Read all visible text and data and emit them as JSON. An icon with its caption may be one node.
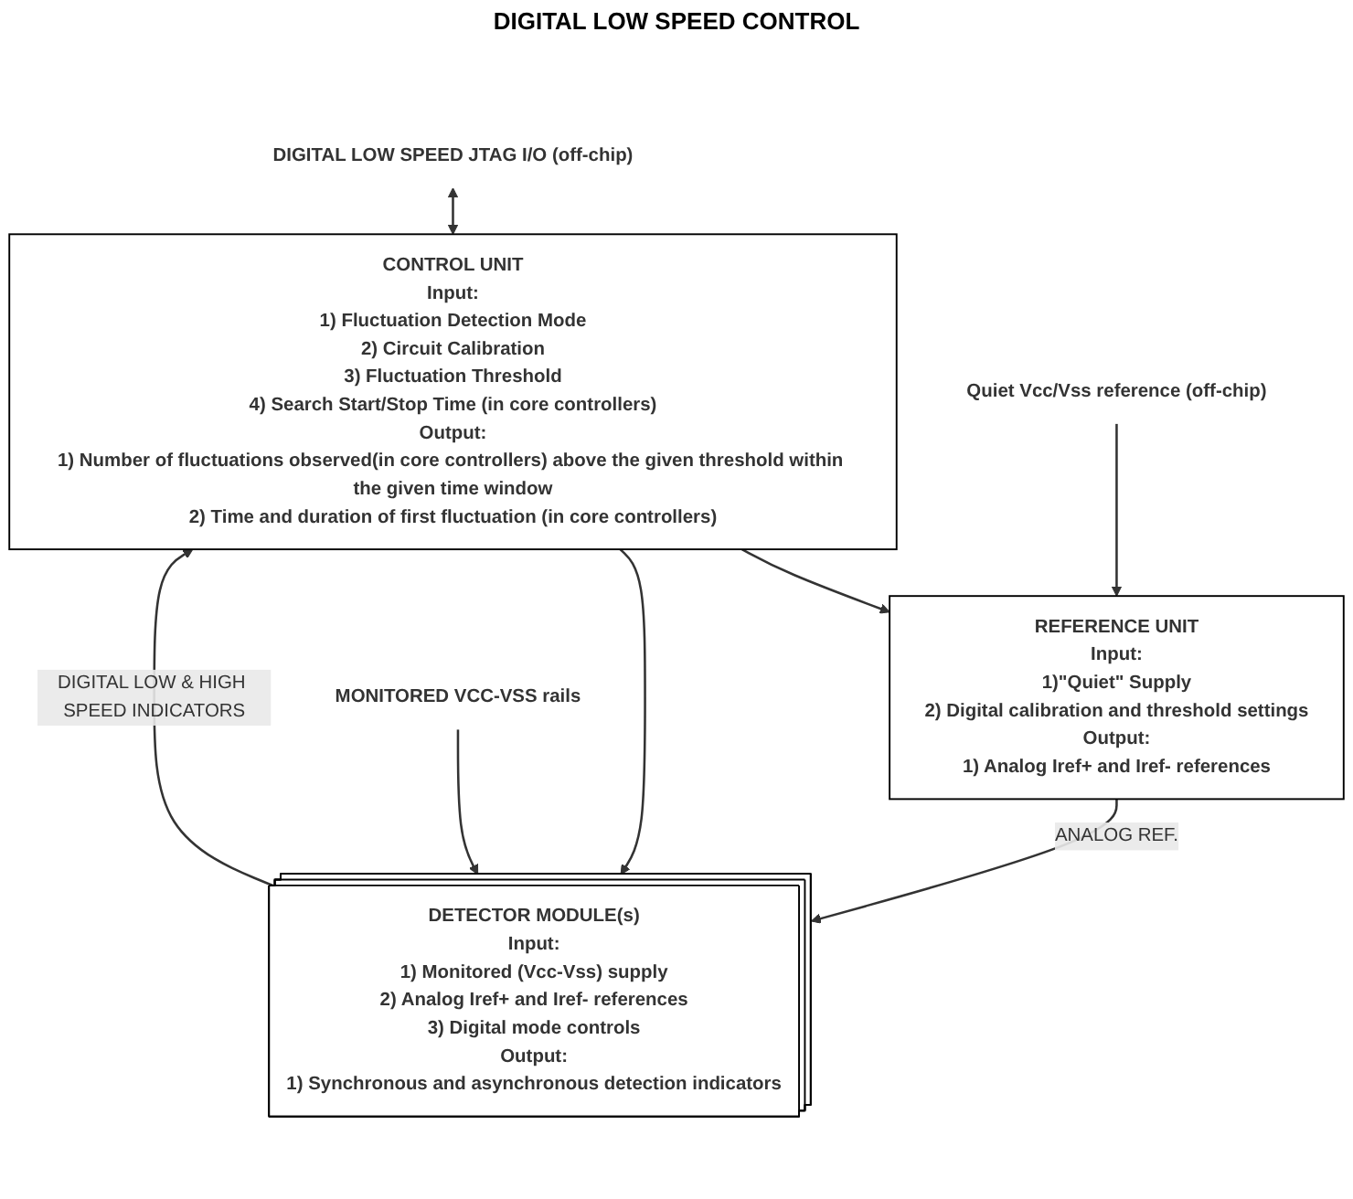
{
  "diagram": {
    "nodes": [
      {
        "text": [
          "CONTROL UNIT",
          "Input:",
          "1) Fluctuation Detection Mode",
          "2) Circuit Calibration",
          "3) Fluctuation Threshold",
          "4) Search Start/Stop Time (in core controllers)",
          "Output:",
          "1) Number of fluctuations observed(in core controllers) above the given threshold within the given time window",
          "2) Time and duration of first fluctuation (in core controllers)"
        ]
      },
      {
        "text": [
          "DIGITAL LOW SPEED JTAG I/O (off-chip)"
        ]
      },
      {
        "text": [
          "Quiet Vcc/Vss reference (off-chip)"
        ]
      },
      {
        "text": [
          "REFERENCE UNIT",
          "Input:",
          "1)\"Quiet\" Supply",
          "2) Digital calibration and threshold settings",
          "Output:",
          "1) Analog Iref+ and Iref- references"
        ]
      },
      {
        "text": [
          "DETECTOR MODULE(s)",
          "Input:",
          "1) Monitored (Vcc-Vss) supply",
          "2) Analog Iref+ and Iref- references",
          "3) Digital mode controls",
          "Output:",
          "1) Synchronous and asynchronous detection indicators"
        ]
      },
      {
        "text": [
          "MONITORED VCC-VSS rails"
        ]
      }
    ],
    "edges": [
      {
        "from": 1,
        "to": 0,
        "arrow": "both"
      },
      {
        "from": 2,
        "to": 3,
        "arrow": "to"
      },
      {
        "from": 0,
        "to": 3,
        "arrow": "to"
      },
      {
        "from": 0,
        "to": 4,
        "arrow": "to"
      },
      {
        "from": 4,
        "to": 0,
        "arrow": "to",
        "label": "DIGITAL LOW & HIGH SPEED INDICATORS"
      },
      {
        "from": 3,
        "to": 4,
        "arrow": "to",
        "label": "ANALOG REF."
      },
      {
        "from": 5,
        "to": 4,
        "arrow": "to"
      }
    ],
    "labels": [
      "DIGITAL LOW SPEED CONTROL"
    ]
  }
}
